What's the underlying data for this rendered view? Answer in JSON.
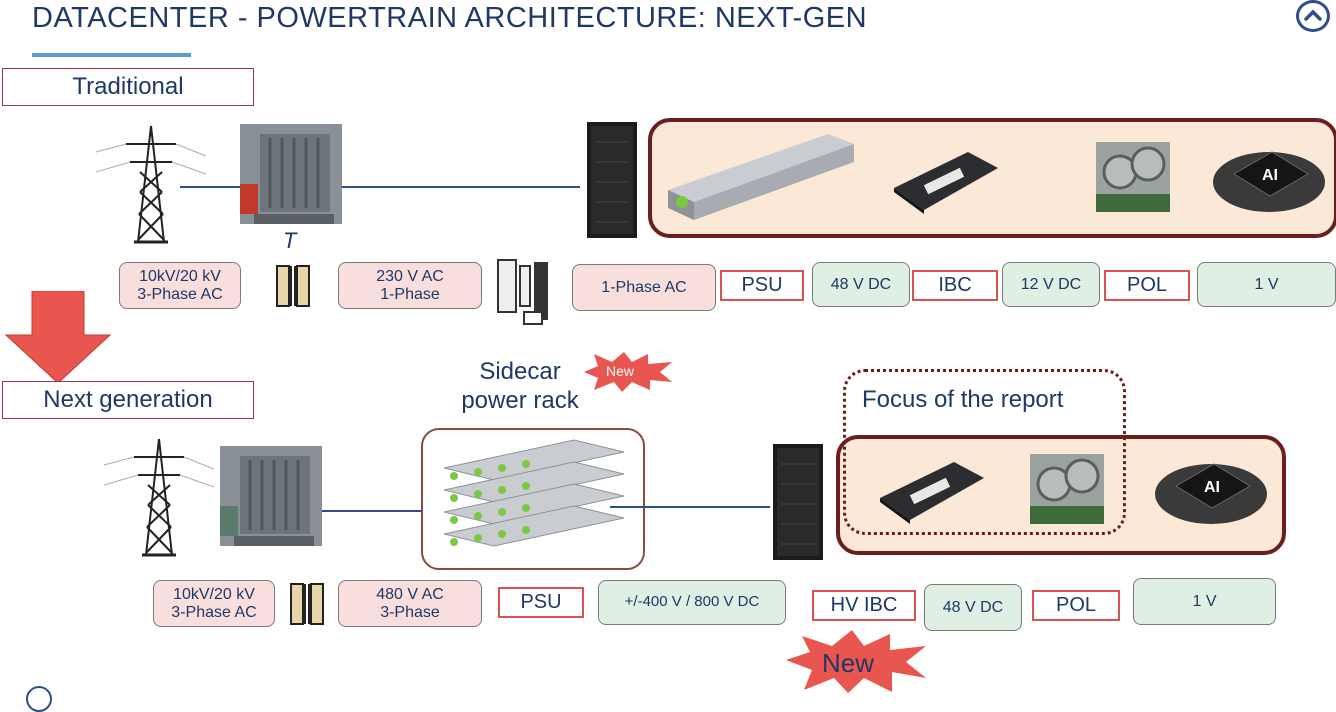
{
  "header": {
    "title": "DATACENTER - POWERTRAIN ARCHITECTURE: NEXT-GEN"
  },
  "traditional": {
    "label": "Traditional",
    "transformer_mark": "T",
    "grid_input": "10kV/20 kV\n3-Phase AC",
    "ac_feed": "230 V AC\n1-Phase",
    "rack_input": "1-Phase AC",
    "psu": "PSU",
    "bus_48": "48 V DC",
    "ibc": "IBC",
    "bus_12": "12 V DC",
    "pol": "POL",
    "core": "1 V",
    "chip_text": "AI"
  },
  "next_gen": {
    "label": "Next generation",
    "sidecar_label": "Sidecar\npower rack",
    "new_badge_1": "New",
    "focus_label": "Focus of the report",
    "grid_input": "10kV/20 kV\n3-Phase AC",
    "ac_feed": "480 V AC\n3-Phase",
    "psu": "PSU",
    "hv_bus": "+/-400 V / 800 V DC",
    "hv_ibc": "HV IBC",
    "bus_48": "48 V DC",
    "pol": "POL",
    "core": "1 V",
    "new_badge_2": "New",
    "chip_text": "AI"
  },
  "colors": {
    "navy": "#1f3864",
    "accent_blue": "#5b9bd5",
    "panel_fill": "#fbe8d6",
    "panel_border": "#6b1e1e",
    "pink_fill": "#f8dedd",
    "green_fill": "#e0efe4",
    "red_outline": "#d9534f",
    "arrow_red": "#e8564f"
  }
}
